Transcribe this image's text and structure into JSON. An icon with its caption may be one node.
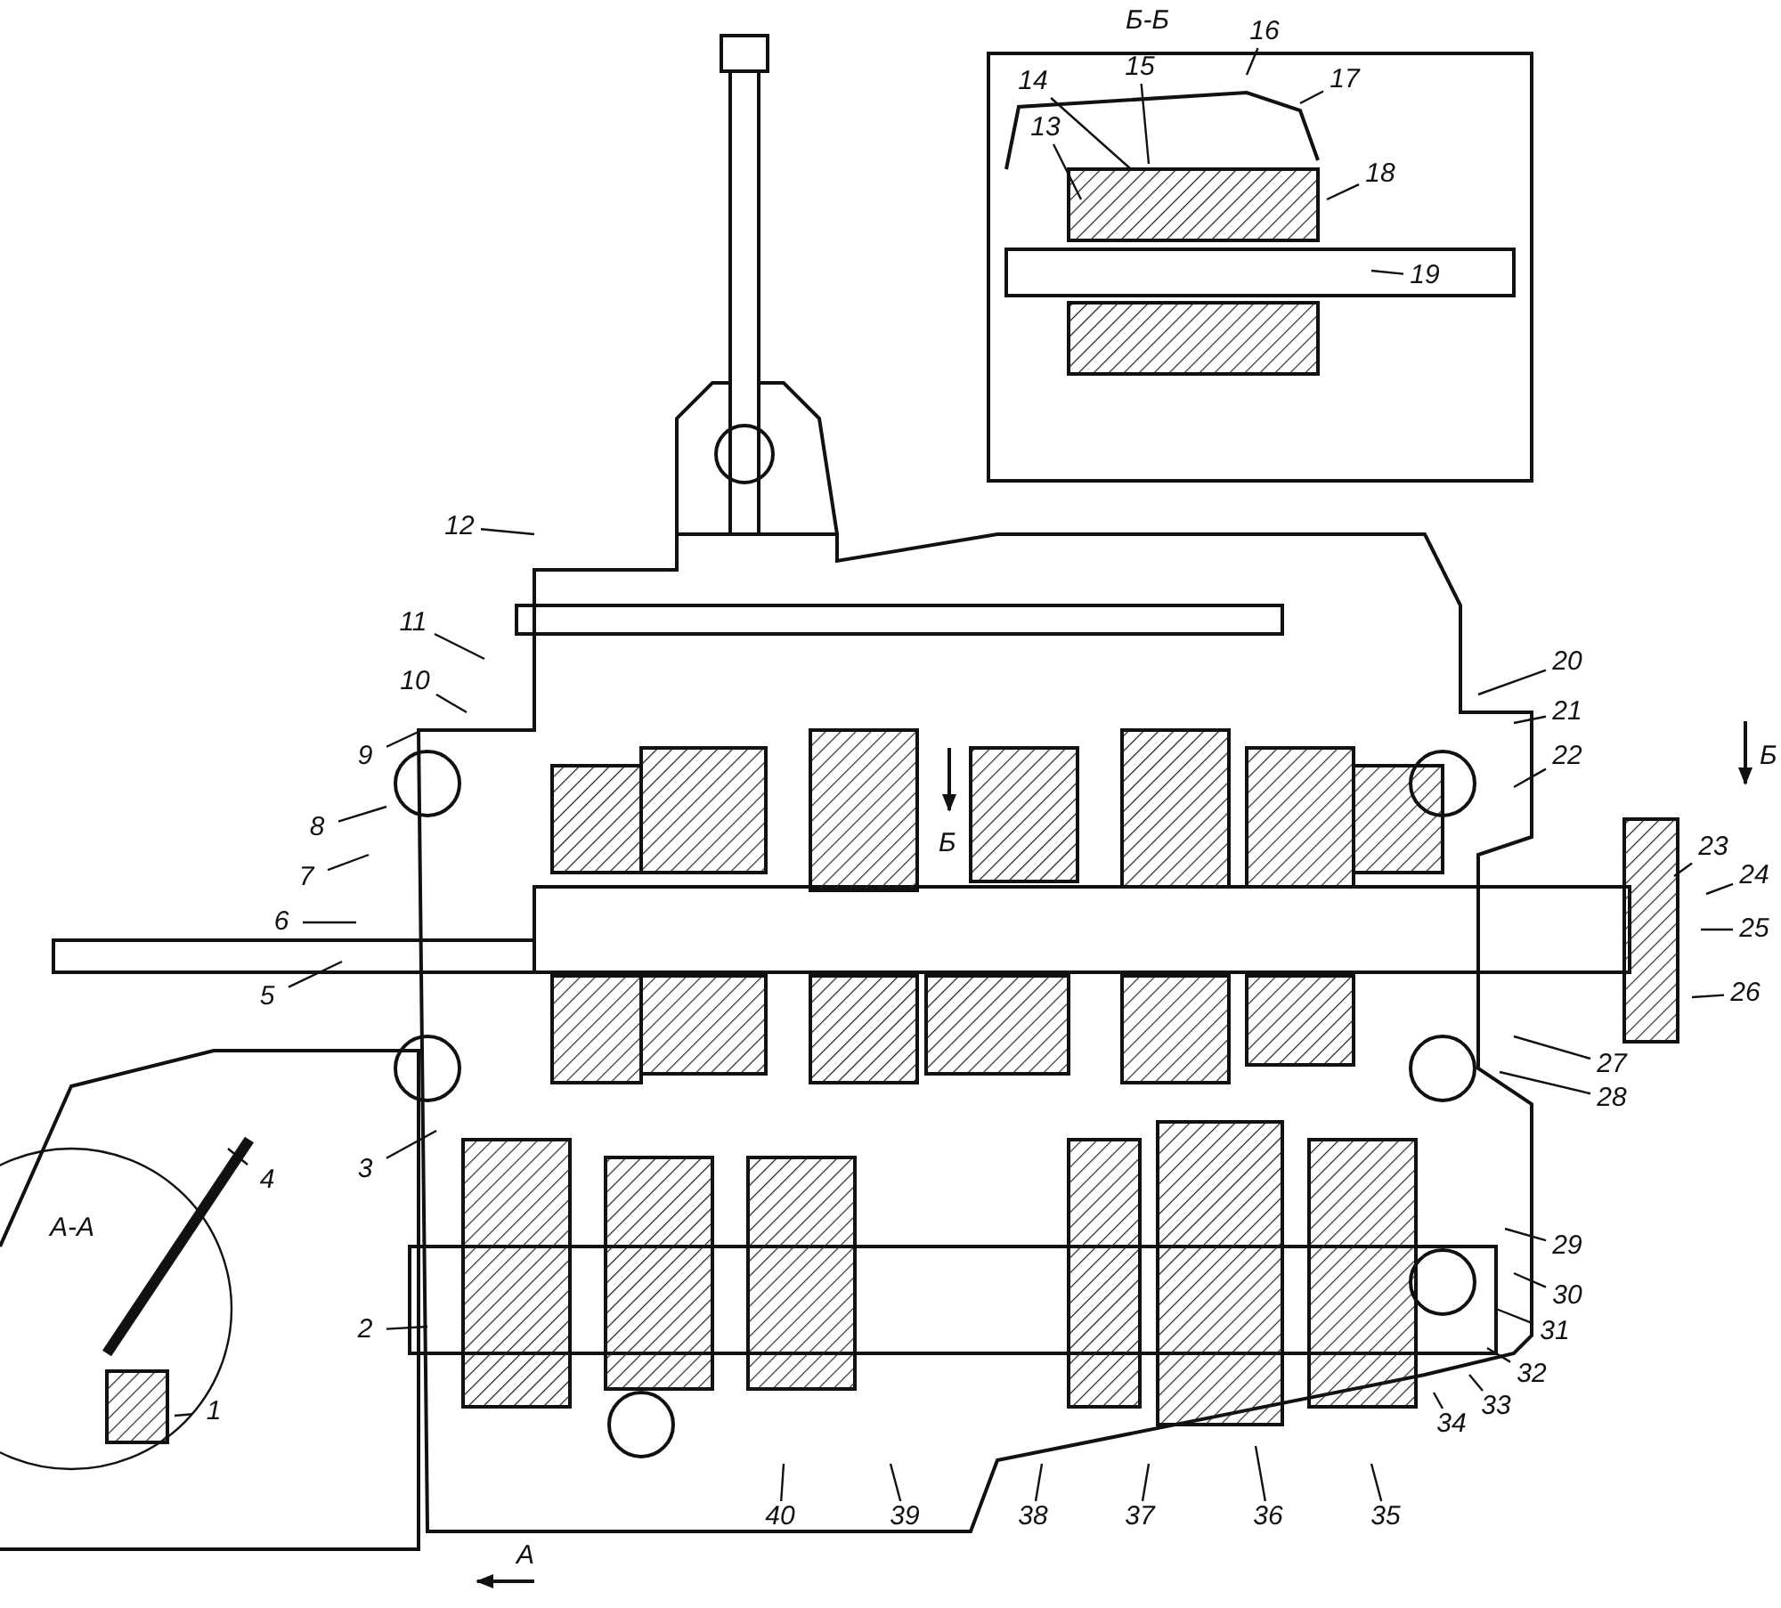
{
  "diagram": {
    "nodes": [
      {
        "text": [
          "1"
        ]
      },
      {
        "text": [
          "2"
        ]
      },
      {
        "text": [
          "3"
        ]
      },
      {
        "text": [
          "4"
        ]
      },
      {
        "text": [
          "5"
        ]
      },
      {
        "text": [
          "6"
        ]
      },
      {
        "text": [
          "7"
        ]
      },
      {
        "text": [
          "8"
        ]
      },
      {
        "text": [
          "9"
        ]
      },
      {
        "text": [
          "10"
        ]
      },
      {
        "text": [
          "11"
        ]
      },
      {
        "text": [
          "12"
        ]
      },
      {
        "text": [
          "13"
        ]
      },
      {
        "text": [
          "14"
        ]
      },
      {
        "text": [
          "15"
        ]
      },
      {
        "text": [
          "16"
        ]
      },
      {
        "text": [
          "17"
        ]
      },
      {
        "text": [
          "18"
        ]
      },
      {
        "text": [
          "19"
        ]
      },
      {
        "text": [
          "20"
        ]
      },
      {
        "text": [
          "21"
        ]
      },
      {
        "text": [
          "22"
        ]
      },
      {
        "text": [
          "23"
        ]
      },
      {
        "text": [
          "24"
        ]
      },
      {
        "text": [
          "25"
        ]
      },
      {
        "text": [
          "26"
        ]
      },
      {
        "text": [
          "27"
        ]
      },
      {
        "text": [
          "28"
        ]
      },
      {
        "text": [
          "29"
        ]
      },
      {
        "text": [
          "30"
        ]
      },
      {
        "text": [
          "31"
        ]
      },
      {
        "text": [
          "32"
        ]
      },
      {
        "text": [
          "33"
        ]
      },
      {
        "text": [
          "34"
        ]
      },
      {
        "text": [
          "35"
        ]
      },
      {
        "text": [
          "36"
        ]
      },
      {
        "text": [
          "37"
        ]
      },
      {
        "text": [
          "38"
        ]
      },
      {
        "text": [
          "39"
        ]
      },
      {
        "text": [
          "40"
        ]
      }
    ],
    "edges": [
      {
        "from": 0,
        "to": null,
        "arrow": "none"
      },
      {
        "from": 1,
        "to": null,
        "arrow": "none"
      },
      {
        "from": 2,
        "to": null,
        "arrow": "none"
      },
      {
        "from": 3,
        "to": null,
        "arrow": "none"
      },
      {
        "from": 4,
        "to": null,
        "arrow": "none"
      },
      {
        "from": 5,
        "to": null,
        "arrow": "none"
      },
      {
        "from": 6,
        "to": null,
        "arrow": "none"
      },
      {
        "from": 7,
        "to": null,
        "arrow": "none"
      },
      {
        "from": 8,
        "to": null,
        "arrow": "none"
      },
      {
        "from": 9,
        "to": null,
        "arrow": "none"
      },
      {
        "from": 10,
        "to": null,
        "arrow": "none"
      },
      {
        "from": 11,
        "to": null,
        "arrow": "none"
      },
      {
        "from": 12,
        "to": null,
        "arrow": "none"
      },
      {
        "from": 13,
        "to": null,
        "arrow": "none"
      },
      {
        "from": 14,
        "to": null,
        "arrow": "none"
      },
      {
        "from": 15,
        "to": null,
        "arrow": "none"
      },
      {
        "from": 16,
        "to": null,
        "arrow": "none"
      },
      {
        "from": 17,
        "to": null,
        "arrow": "none"
      },
      {
        "from": 18,
        "to": null,
        "arrow": "none"
      },
      {
        "from": 19,
        "to": null,
        "arrow": "none"
      },
      {
        "from": 20,
        "to": null,
        "arrow": "none"
      },
      {
        "from": 21,
        "to": null,
        "arrow": "none"
      },
      {
        "from": 22,
        "to": null,
        "arrow": "none"
      },
      {
        "from": 23,
        "to": null,
        "arrow": "none"
      },
      {
        "from": 24,
        "to": null,
        "arrow": "none"
      },
      {
        "from": 25,
        "to": null,
        "arrow": "none"
      },
      {
        "from": 26,
        "to": null,
        "arrow": "none"
      },
      {
        "from": 27,
        "to": null,
        "arrow": "none"
      },
      {
        "from": 28,
        "to": null,
        "arrow": "none"
      },
      {
        "from": 29,
        "to": null,
        "arrow": "none"
      },
      {
        "from": 30,
        "to": null,
        "arrow": "none"
      },
      {
        "from": 31,
        "to": null,
        "arrow": "none"
      },
      {
        "from": 32,
        "to": null,
        "arrow": "none"
      },
      {
        "from": 33,
        "to": null,
        "arrow": "none"
      },
      {
        "from": 34,
        "to": null,
        "arrow": "none"
      },
      {
        "from": 35,
        "to": null,
        "arrow": "none"
      },
      {
        "from": 36,
        "to": null,
        "arrow": "none"
      },
      {
        "from": 37,
        "to": null,
        "arrow": "none"
      },
      {
        "from": 38,
        "to": null,
        "arrow": "none"
      },
      {
        "from": 39,
        "to": null,
        "arrow": "none"
      }
    ],
    "labels": [
      "Б-Б",
      "Б",
      "Б",
      "А-А",
      "А"
    ]
  }
}
